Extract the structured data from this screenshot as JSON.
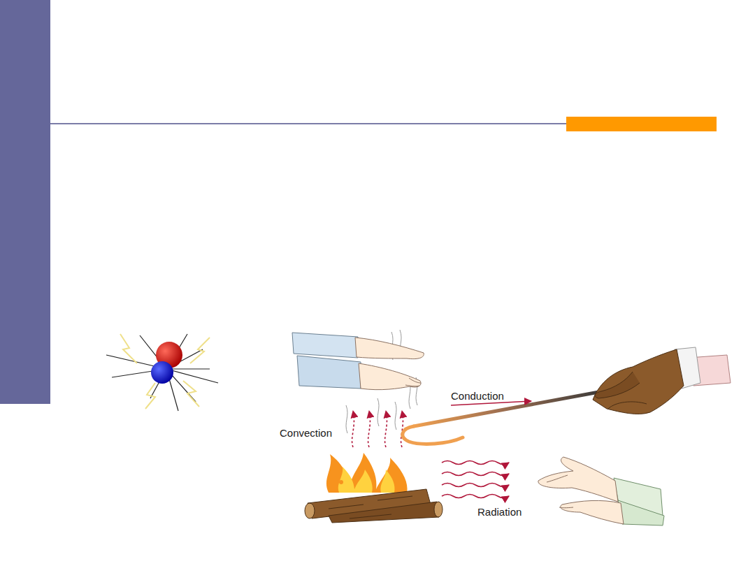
{
  "diagram": {
    "labels": [
      "Convection",
      "Conduction",
      "Radiation"
    ]
  }
}
